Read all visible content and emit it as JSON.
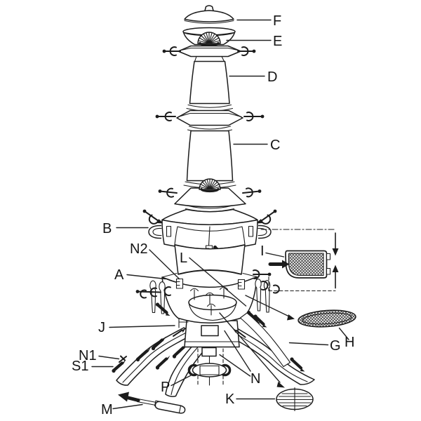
{
  "diagram": {
    "type": "exploded-parts-assembly-diagram",
    "subject": "chiminea outdoor fireplace",
    "colors": {
      "line-color": "#1c1c1c",
      "background": "#ffffff"
    },
    "labels": {
      "F": "F",
      "E": "E",
      "D": "D",
      "C": "C",
      "B": "B",
      "N2": "N2",
      "L": "L",
      "I": "I",
      "A": "A",
      "J": "J",
      "N1": "N1",
      "S1": "S1",
      "P": "P",
      "M": "M",
      "N": "N",
      "K": "K",
      "G": "G",
      "H": "H"
    }
  }
}
